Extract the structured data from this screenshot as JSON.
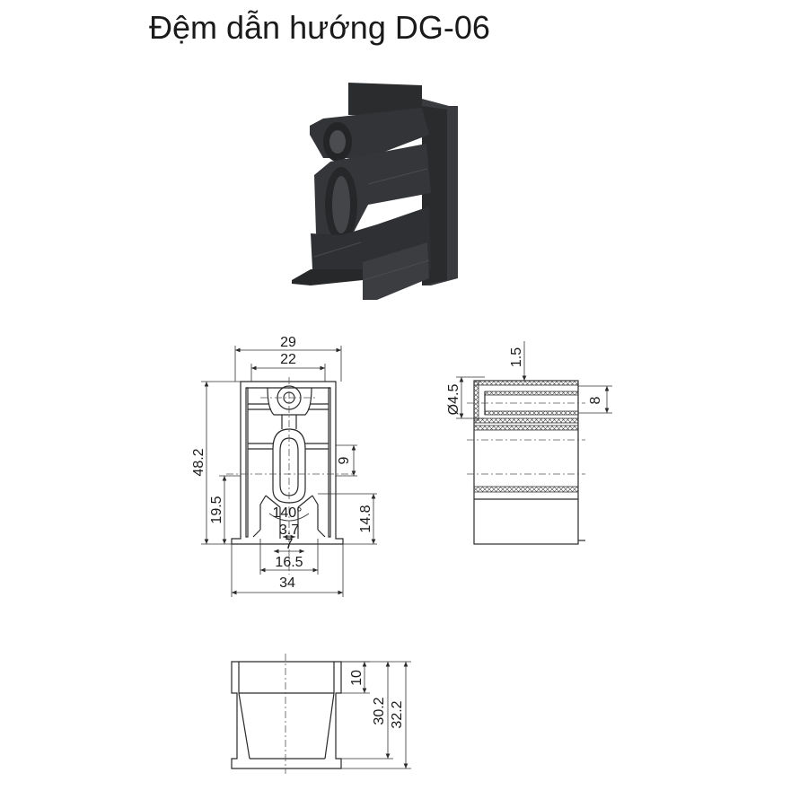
{
  "title": "Đệm dẫn hướng DG-06",
  "colors": {
    "product": "#2e2f31",
    "product_light": "#4a4b4e",
    "line": "#2a2a2a"
  },
  "dimensions": {
    "front": {
      "width_outer": "29",
      "width_inner": "22",
      "height_total": "48.2",
      "height_lower": "19.5",
      "slot_height": "9",
      "base_height": "14.8",
      "angle": "140°",
      "gap_small": "3.7",
      "gap_mid": "7",
      "gap_wide": "16.5",
      "width_base": "34"
    },
    "side": {
      "top_offset": "1.5",
      "hole_dia": "Ø4.5",
      "hole_height": "8"
    },
    "bottom": {
      "depth_top": "10",
      "depth_inner": "30.2",
      "depth_total": "32.2"
    }
  }
}
